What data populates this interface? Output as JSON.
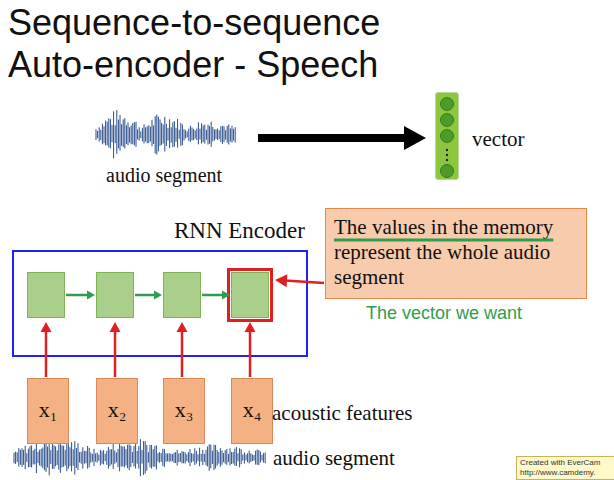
{
  "diagram": {
    "title": "Sequence-to-sequence Auto-encoder - Speech",
    "nodes": [
      {
        "text": [
          "vector"
        ]
      },
      {
        "text": [
          "RNN Encoder"
        ]
      },
      {
        "text": [],
        "in": 1
      },
      {
        "text": [],
        "in": 1
      },
      {
        "text": [],
        "in": 1
      },
      {
        "text": [],
        "in": 1
      },
      {
        "text": [
          "The values in the memory represent the whole audio segment"
        ]
      },
      {
        "text": [
          "x₁"
        ]
      },
      {
        "text": [
          "x₂"
        ]
      },
      {
        "text": [
          "x₃"
        ]
      },
      {
        "text": [
          "x₄"
        ]
      }
    ],
    "edges": [
      {
        "from": 2,
        "to": 3,
        "arrow": "to"
      },
      {
        "from": 3,
        "to": 4,
        "arrow": "to"
      },
      {
        "from": 4,
        "to": 5,
        "arrow": "to"
      },
      {
        "from": 6,
        "to": 5,
        "arrow": "to"
      },
      {
        "from": 7,
        "to": 2,
        "arrow": "to"
      },
      {
        "from": 8,
        "to": 3,
        "arrow": "to"
      },
      {
        "from": 9,
        "to": 4,
        "arrow": "to"
      },
      {
        "from": 10,
        "to": 5,
        "arrow": "to"
      }
    ],
    "labels": [
      "audio segment",
      "The vector we want",
      "acoustic features",
      "audio segment",
      "Created with EverCam",
      "http://www.camdemy."
    ]
  }
}
